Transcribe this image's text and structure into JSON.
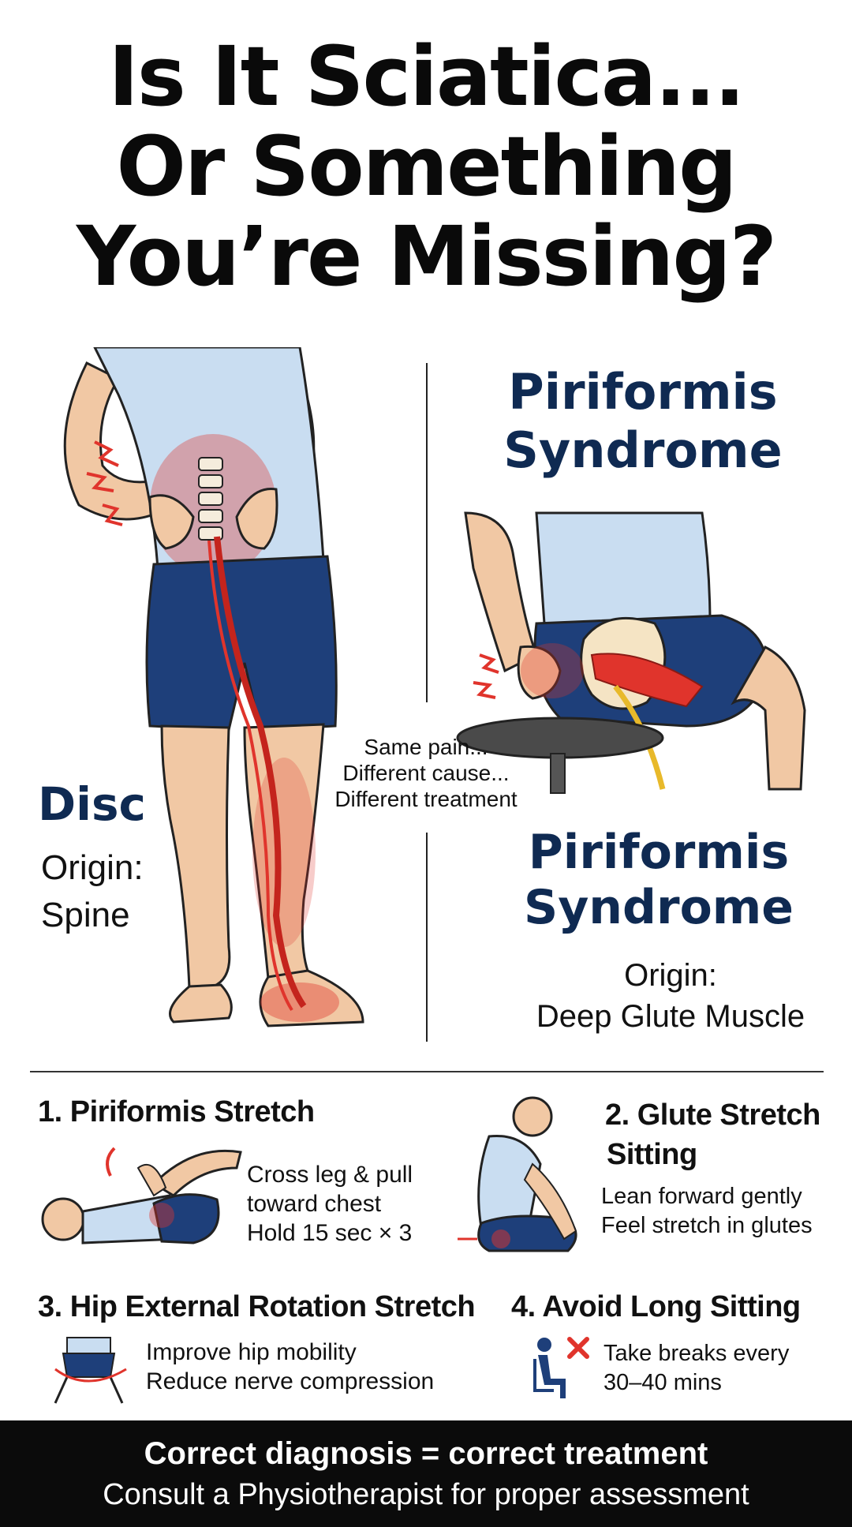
{
  "title": {
    "line1": "Is It Sciatica...",
    "line2": "Or Something",
    "line3": "You’re Missing?"
  },
  "disc": {
    "label": "Disc",
    "origin_label": "Origin:",
    "origin_value": "Spine"
  },
  "piriformis_top": {
    "line1": "Piriformis",
    "line2": "Syndrome"
  },
  "piriformis_mid": {
    "line1": "Piriformis",
    "line2": "Syndrome",
    "origin_label": "Origin:",
    "origin_value": "Deep Glute Muscle"
  },
  "center_note": {
    "line1": "Same pain...",
    "line2": "Different cause...",
    "line3": "Different treatment"
  },
  "exercises": [
    {
      "title": "1. Piriformis Stretch",
      "lines": [
        "Cross leg & pull",
        "toward chest",
        "Hold 15 sec × 3"
      ]
    },
    {
      "title": "2. Glute Stretch",
      "title2": "Sitting",
      "lines": [
        "Lean forward gently",
        "Feel stretch in glutes"
      ]
    },
    {
      "title": "3. Hip External Rotation Stretch",
      "lines": [
        "Improve hip mobility",
        "Reduce nerve compression"
      ]
    },
    {
      "title": "4. Avoid Long Sitting",
      "lines": [
        "Take breaks every",
        "30–40 mins"
      ]
    }
  ],
  "footer": {
    "line1": "Correct diagnosis = correct treatment",
    "line2": "Consult a Physiotherapist for proper assessment"
  },
  "colors": {
    "navy": "#0f2a52",
    "shirt": "#c9ddf1",
    "shorts": "#1e3f7a",
    "skin": "#f1c8a4",
    "pain_red": "#e0342c"
  }
}
